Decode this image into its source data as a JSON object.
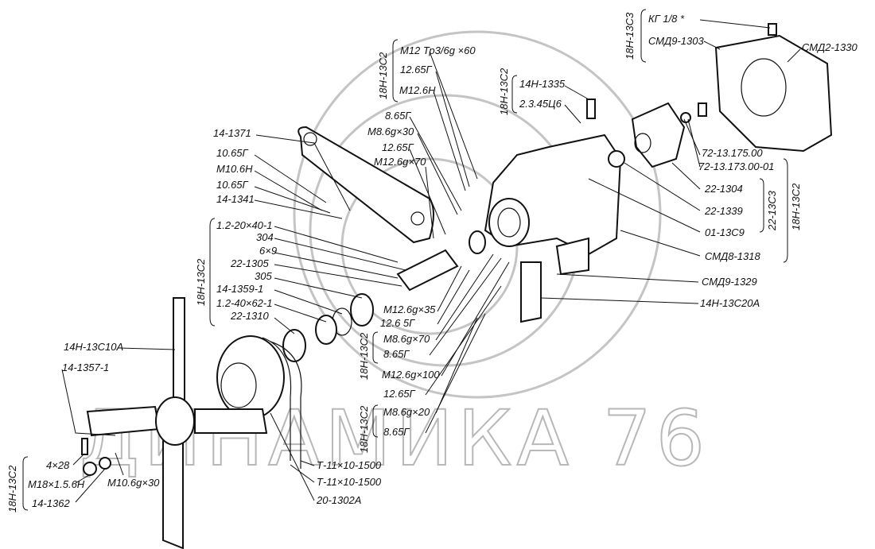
{
  "watermark": "ДИНАМИКА 76",
  "groups": {
    "top_right": "18Н-13С3",
    "top_mid": "18Н-13С2",
    "sensor": "18Н-13С2",
    "right_inner": "22-13С3",
    "right_outer": "18Н-13С2",
    "left_stack": "18Н-13С2",
    "center_a": "18Н-13С2",
    "center_b": "18Н-13С2",
    "fan": "18Н-13С2"
  },
  "labels": {
    "kg18": "КГ 1/8 *",
    "smd9_1303": "СМД9-1303",
    "smd2_1330": "СМД2-1330",
    "m12tr": "М12 Тр3/6g ×60",
    "n1265a": "12.65Г",
    "m126h": "М12.6Н",
    "n14n1335": "14Н-1335",
    "n2345": "2.3.45Ц6",
    "n865a": "8.65Г",
    "m86g30": "М8.6g×30",
    "n1265b": "12.65Г",
    "m126g70": "М12.6g×70",
    "n14_1371": "14-1371",
    "n1065a": "10.65Г",
    "m106h": "М10.6Н",
    "n1065b": "10.65Г",
    "n14_1341": "14-1341",
    "n72_175": "72-13.175.00",
    "n72_173": "72-13.173.00-01",
    "n22_1304": "22-1304",
    "n22_1339": "22-1339",
    "n01_13c9": "01-13С9",
    "smd8_1318": "СМД8-1318",
    "smd9_1329": "СМД9-1329",
    "n14n13c20a": "14Н-13С20А",
    "n12_2040": "1.2-20×40-1",
    "n304": "304",
    "n6x9": "6×9",
    "n22_1305": "22-1305",
    "n305": "305",
    "n14_1359": "14-1359-1",
    "n12_4062": "1.2-40×62-1",
    "n22_1310": "22-1310",
    "m126g35": "М12.6g×35",
    "n1265c": "12.6 5Г",
    "m86g70": "М8.6g×70",
    "n865b": "8.65Г",
    "m126g100": "М12.6g×100",
    "n1265d": "12.65Г",
    "m86g20": "М8.6g×20",
    "n865c": "8.65Г",
    "n14n13c10a": "14Н-13С10А",
    "n14_1357": "14-1357-1",
    "n4x28": "4×28",
    "m18": "М18×1.5.6Н",
    "n14_1362": "14-1362",
    "m106g30": "М10.6g×30",
    "belt1": "Т-11×10-1500",
    "belt2": "Т-11×10-1500",
    "n20_1302a": "20-1302А"
  }
}
